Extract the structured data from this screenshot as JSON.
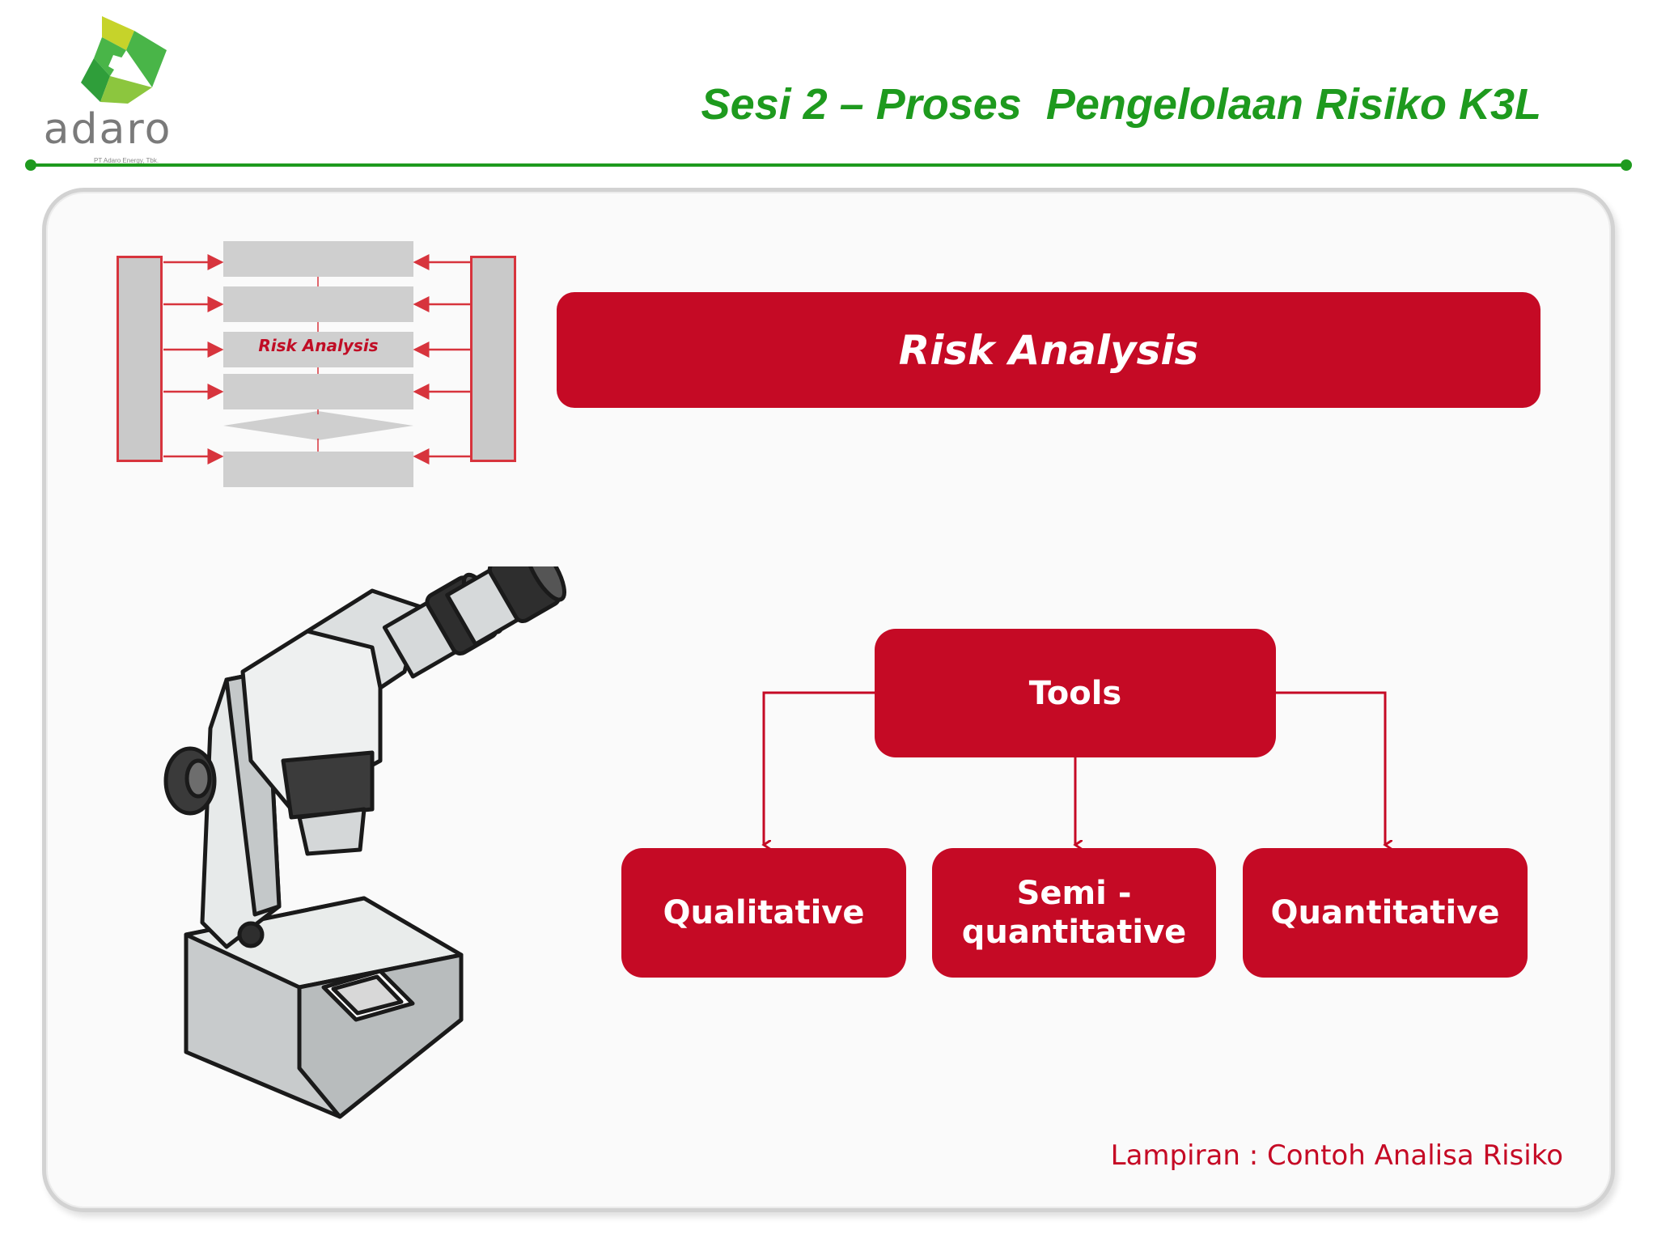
{
  "header": {
    "logo": {
      "wordmark": "adaro",
      "tagline": "PT Adaro Energy, Tbk.",
      "colors": {
        "green": "#49b548",
        "yellow": "#c6d32a",
        "text": "#7a7a7a"
      }
    },
    "title": "Sesi 2 – Proses  Pengelolaan Risiko K3L",
    "title_color": "#1e9a1e",
    "rule_color": "#1e9a1e"
  },
  "process_diagram": {
    "highlight_label": "Risk Analysis",
    "accent_color": "#d7343d"
  },
  "banner": {
    "label": "Risk Analysis",
    "color": "#c50a25"
  },
  "tree": {
    "root": "Tools",
    "children": [
      {
        "label": "Qualitative"
      },
      {
        "label": "Semi -\nquantitative"
      },
      {
        "label": "Quantitative"
      }
    ]
  },
  "illustration": {
    "icon": "microscope-icon"
  },
  "footer": {
    "note": "Lampiran : Contoh Analisa Risiko"
  }
}
